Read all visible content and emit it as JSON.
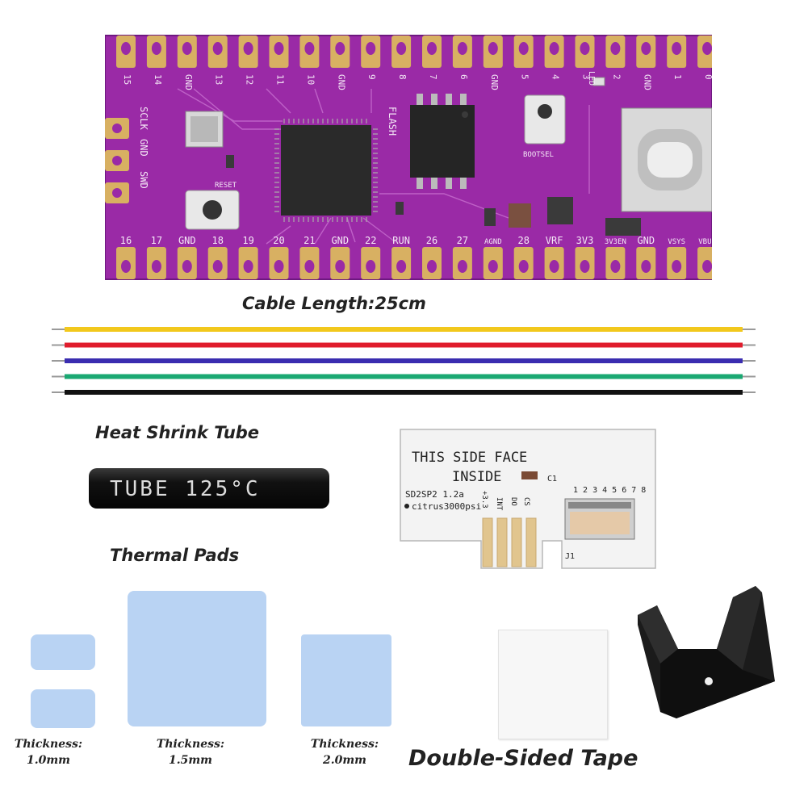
{
  "board": {
    "pins_top": [
      "15",
      "14",
      "GND",
      "13",
      "12",
      "11",
      "10",
      "GND",
      "9",
      "8",
      "7",
      "6",
      "GND",
      "5",
      "4",
      "3",
      "2",
      "GND",
      "1",
      "0"
    ],
    "pins_bottom": [
      "16",
      "17",
      "GND",
      "18",
      "19",
      "20",
      "21",
      "GND",
      "22",
      "RUN",
      "26",
      "27",
      "AGND",
      "28",
      "VRF",
      "3V3",
      "3V3EN",
      "GND",
      "VSYS",
      "VBUS"
    ],
    "side_labels": [
      "SCLK",
      "GND",
      "SWD"
    ],
    "silkscreen": {
      "reset": "RESET",
      "bootsel": "BOOTSEL",
      "flash": "FLASH",
      "led": "LED"
    },
    "colors": {
      "pcb": "#9a2aa6",
      "gold": "#d8b062"
    }
  },
  "cable": {
    "title": "Cable Length:25cm",
    "wire_colors": [
      "#f2c81c",
      "#e01c2c",
      "#3a2db0",
      "#1aa872",
      "#111111"
    ]
  },
  "heat_shrink": {
    "title": "Heat Shrink Tube",
    "print": "TUBE 125°C"
  },
  "thermal": {
    "title": "Thermal Pads",
    "captions": [
      {
        "line1": "Thickness:",
        "line2": "1.0mm"
      },
      {
        "line1": "Thickness:",
        "line2": "1.5mm"
      },
      {
        "line1": "Thickness:",
        "line2": "2.0mm"
      }
    ]
  },
  "adapter": {
    "line1": "THIS SIDE FACE",
    "line2": "INSIDE",
    "model": "SD2SP2 1.2a",
    "maker": "citrus3000psi",
    "pin_labels": [
      "+3.3",
      "INT",
      "DO",
      "CS"
    ],
    "numbers": "1 2 3 4 5 6 7 8",
    "c1": "C1",
    "j1": "J1"
  },
  "tape": {
    "title": "Double-Sided Tape"
  }
}
